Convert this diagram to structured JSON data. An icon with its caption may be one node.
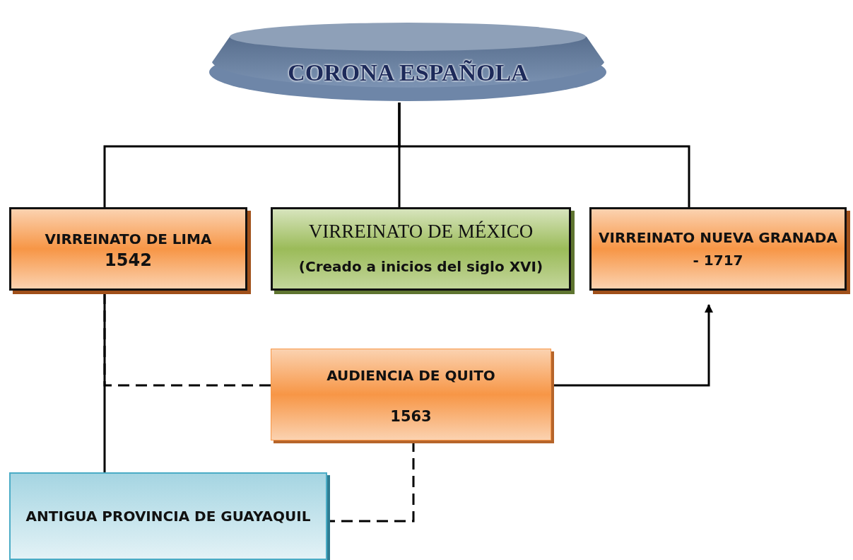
{
  "diagram": {
    "nodes": [
      {
        "text": [
          "CORONA ESPAÑOLA"
        ]
      },
      {
        "text": [
          "VIRREINATO  DE  LIMA",
          "1542"
        ]
      },
      {
        "text": [
          "VIRREINATO DE MÉXICO",
          "(Creado a inicios del siglo XVI)"
        ]
      },
      {
        "text": [
          "VIRREINATO NUEVA GRANADA  - 1717"
        ]
      },
      {
        "text": [
          "AUDIENCIA DE QUITO",
          "1563"
        ]
      },
      {
        "text": [
          "ANTIGUA PROVINCIA DE GUAYAQUIL"
        ]
      }
    ],
    "edges": [
      {
        "from": 0,
        "to": 1,
        "arrow": "none"
      },
      {
        "from": 0,
        "to": 2,
        "arrow": "none"
      },
      {
        "from": 0,
        "to": 3,
        "arrow": "none"
      },
      {
        "from": 1,
        "to": 5,
        "arrow": "none"
      },
      {
        "from": 4,
        "to": 1,
        "arrow": "none",
        "style": "dashed"
      },
      {
        "from": 4,
        "to": 3,
        "arrow": "to"
      },
      {
        "from": 4,
        "to": 5,
        "arrow": "none",
        "style": "dashed"
      }
    ]
  }
}
